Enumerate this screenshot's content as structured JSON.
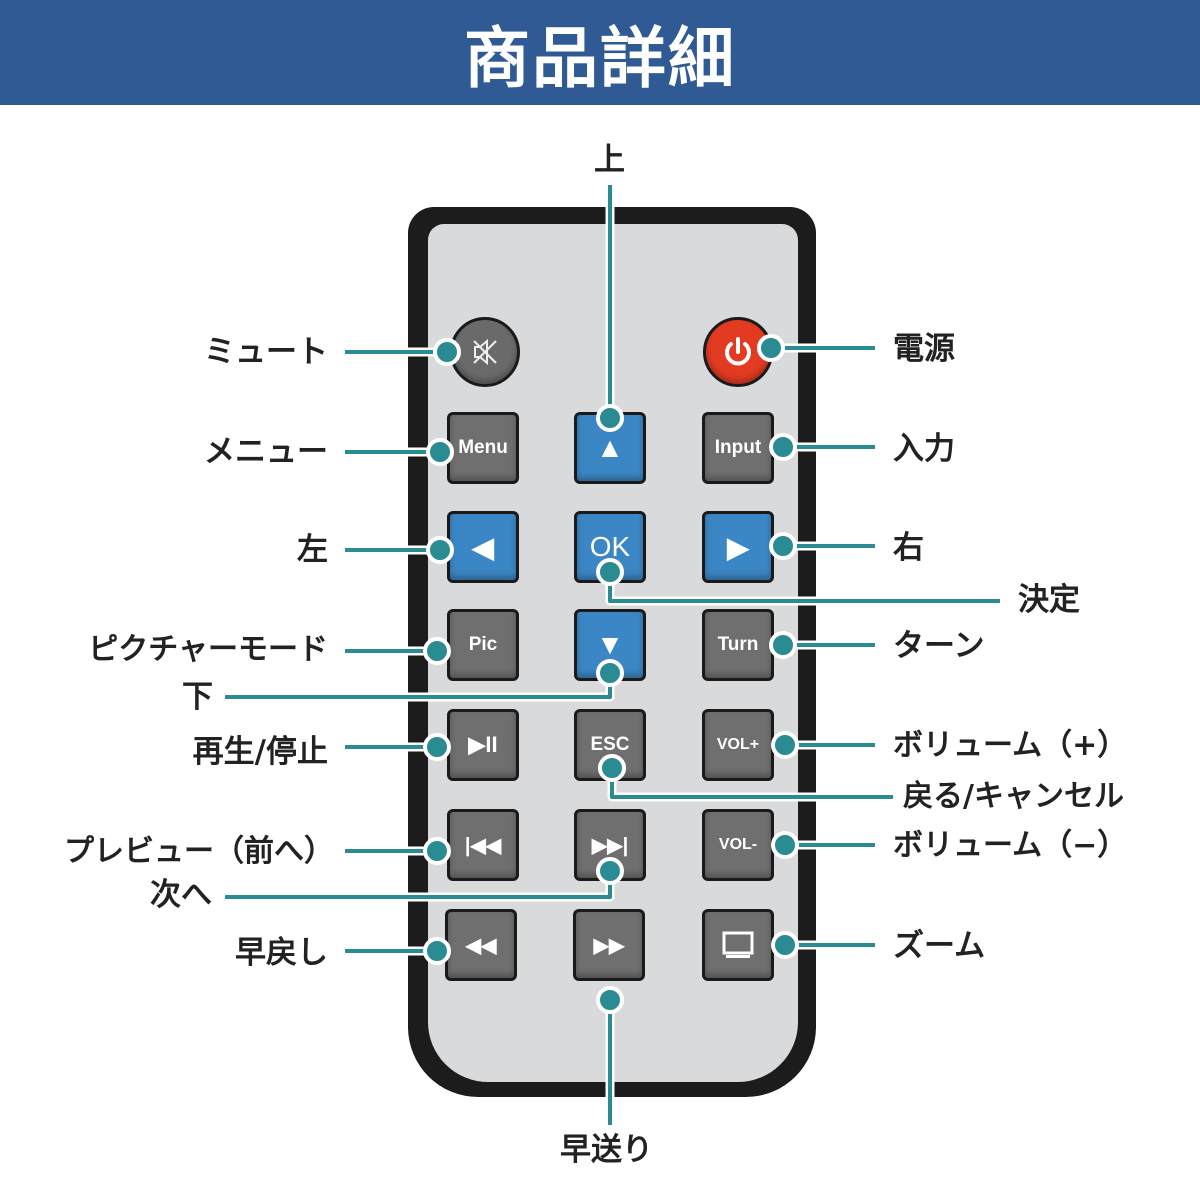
{
  "header": {
    "title": "商品詳細"
  },
  "buttons": {
    "mute": "mute",
    "power": "power",
    "menu": "Menu",
    "up": "▲",
    "input": "Input",
    "left": "◀",
    "ok": "OK",
    "right": "▶",
    "pic": "Pic",
    "down": "▼",
    "turn": "Turn",
    "play_pause": "▶II",
    "esc": "ESC",
    "vol_plus": "VOL+",
    "prev": "|◀◀",
    "next": "▶▶|",
    "vol_minus": "VOL-",
    "rewind": "◀◀",
    "fast_forward": "▶▶",
    "zoom": "screen"
  },
  "labels": {
    "up": "上",
    "mute": "ミュート",
    "power": "電源",
    "menu": "メニュー",
    "input": "入力",
    "left": "左",
    "right": "右",
    "ok": "決定",
    "pic": "ピクチャーモード",
    "turn": "ターン",
    "down": "下",
    "play_pause": "再生/停止",
    "vol_plus": "ボリューム（+）",
    "esc": "戻る/キャンセル",
    "prev": "プレビュー（前へ）",
    "vol_minus": "ボリューム（−）",
    "next": "次へ",
    "rewind": "早戻し",
    "zoom": "ズーム",
    "fast_forward": "早送り"
  },
  "colors": {
    "header": "#2f5a94",
    "callout": "#2a8c92",
    "blue_button": "#3b86c4",
    "red_button": "#e23b22",
    "gray_button": "#6f6f6f"
  }
}
